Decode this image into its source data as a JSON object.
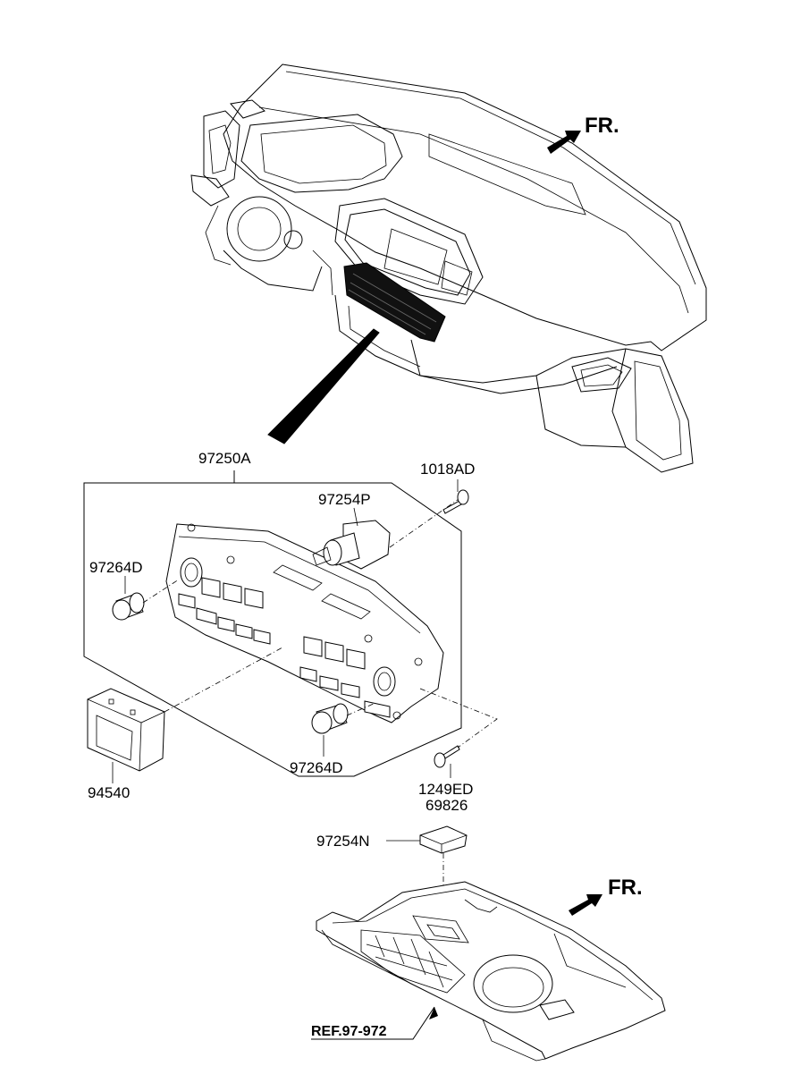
{
  "direction_label": "FR.",
  "labels": {
    "assembly": "97250A",
    "bolt_top": "1018AD",
    "sensor": "97254P",
    "knob_left": "97264D",
    "knob_right": "97264D",
    "switch": "94540",
    "screw_line1": "1249ED",
    "screw_line2": "69826",
    "module": "97254N",
    "reference": "REF.97-972"
  },
  "icons": [
    "arrow-front-icon",
    "arrow-front-icon"
  ]
}
